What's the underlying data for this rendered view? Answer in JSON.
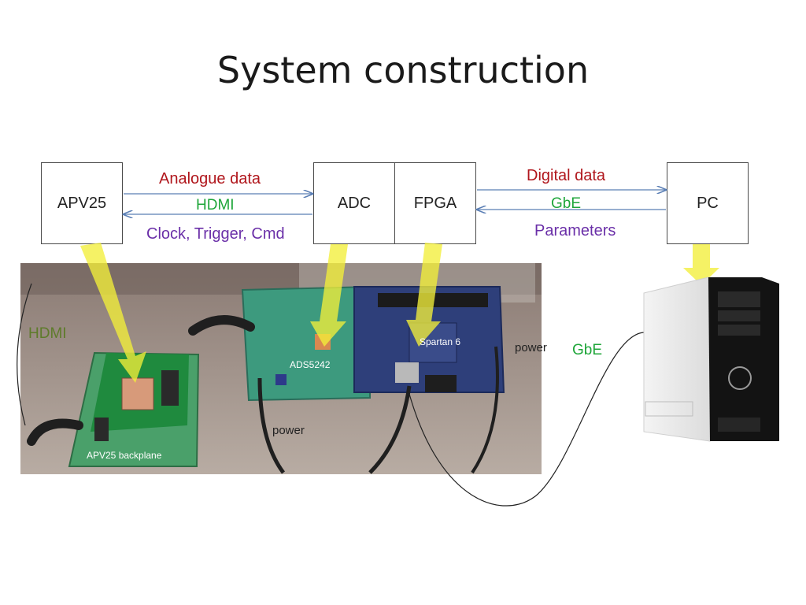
{
  "title": "System construction",
  "blocks": {
    "apv25": "APV25",
    "adc": "ADC",
    "fpga": "FPGA",
    "pc": "PC"
  },
  "links": {
    "analogue_data": "Analogue data",
    "hdmi": "HDMI",
    "clock_trigger_cmd": "Clock, Trigger, Cmd",
    "digital_data": "Digital data",
    "gbe": "GbE",
    "parameters": "Parameters"
  },
  "photo_labels": {
    "hdmi": "HDMI",
    "ads5242": "ADS5242",
    "spartan6": "Spartan 6",
    "power_board": "power",
    "power_adc": "power",
    "gbe": "GbE",
    "apv25_backplane": "APV25 backplane"
  },
  "colors": {
    "red": "#b0161c",
    "green": "#1fa63a",
    "purple": "#6a2fa8",
    "arrow": "#5b7fb5",
    "highlight": "#f2ee3a",
    "pcb_green": "#2f8d5a",
    "fpga_blue": "#2e3f7a"
  }
}
